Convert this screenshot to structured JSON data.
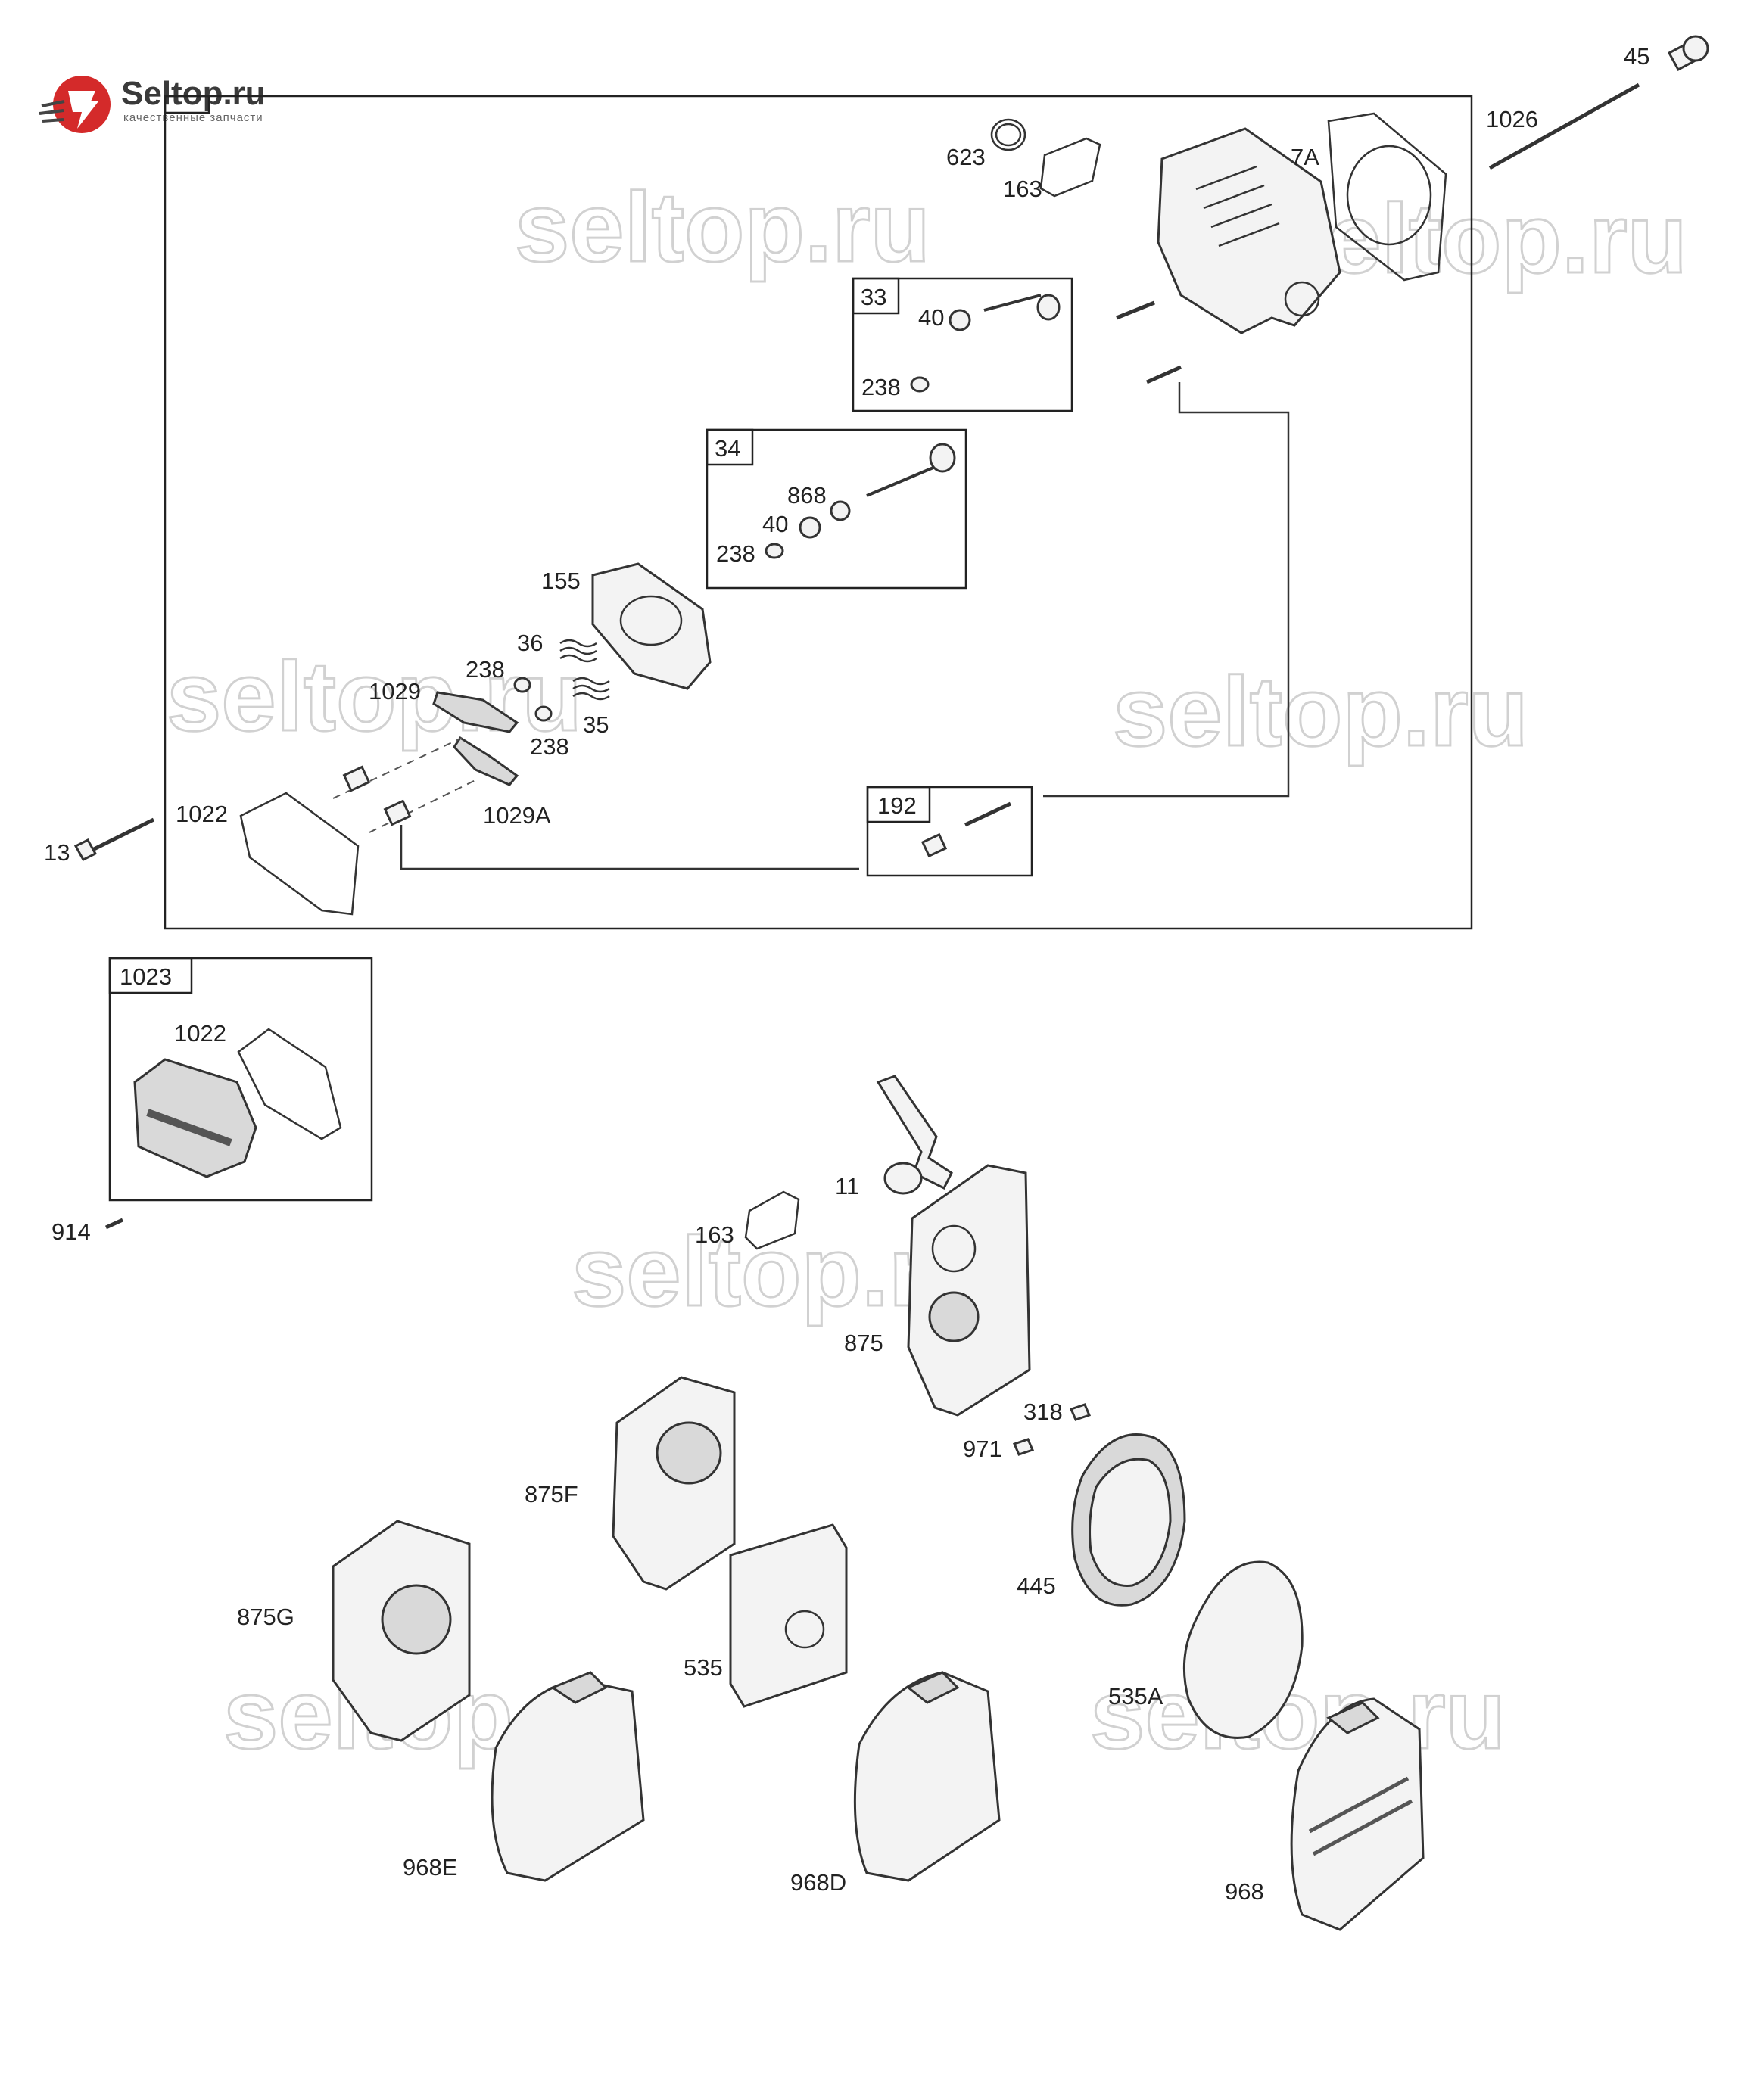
{
  "logo": {
    "brand": "Seltop.ru",
    "tagline": "качественные запчасти",
    "accent_color": "#d42a2a"
  },
  "watermark": "seltop.ru",
  "main_frame_label": "",
  "callouts": {
    "c45": "45",
    "c1026": "1026",
    "c623": "623",
    "c163a": "163",
    "c7A": "7A",
    "c40a": "40",
    "c238a": "238",
    "c868": "868",
    "c40b": "40",
    "c238b": "238",
    "c155": "155",
    "c36": "36",
    "c238c": "238",
    "c1029": "1029",
    "c35": "35",
    "c238d": "238",
    "c1029A": "1029A",
    "c1022a": "1022",
    "c13": "13",
    "c1022b": "1022",
    "c914": "914",
    "c11": "11",
    "c163b": "163",
    "c875": "875",
    "c318": "318",
    "c971": "971",
    "c875F": "875F",
    "c445": "445",
    "c875G": "875G",
    "c535": "535",
    "c535A": "535A",
    "c968E": "968E",
    "c968D": "968D",
    "c968": "968"
  },
  "kit_boxes": {
    "k33": "33",
    "k34": "34",
    "k192": "192",
    "k1023": "1023"
  },
  "colors": {
    "line": "#333333",
    "fill_light": "#f3f3f3",
    "fill_mid": "#d9d9d9",
    "watermark_stroke": "#c9c9c9"
  }
}
